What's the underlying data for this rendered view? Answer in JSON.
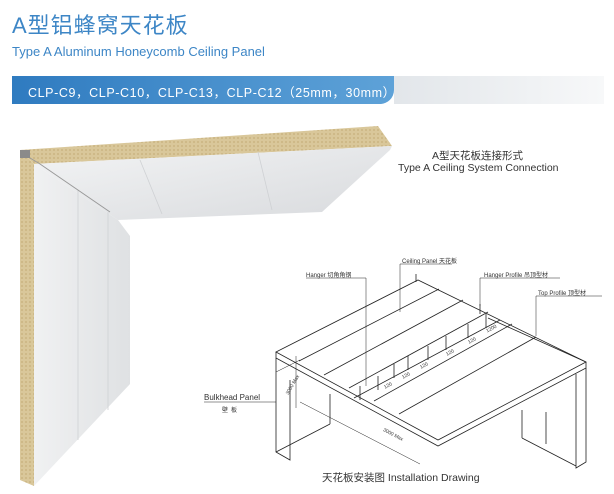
{
  "header": {
    "title_zh": "A型铝蜂窝天花板",
    "title_en": "Type A Aluminum Honeycomb Ceiling Panel",
    "models": "CLP-C9，CLP-C10，CLP-C13，CLP-C12（25mm，30mm）"
  },
  "connection": {
    "title_zh": "A型天花板连接形式",
    "title_en": "Type A Ceiling System Connection"
  },
  "drawing": {
    "ceiling_panel": "Ceiling Panel 天花板",
    "hanger": "Hanger 切角角钢",
    "hanger_profile": "Hanger Profile 吊顶型材",
    "top_profile": "Top Profile 顶型材",
    "bulkhead_en": "Bulkhead Panel",
    "bulkhead_zh": "壁板",
    "dim_a": "3000 Max",
    "dim_b": "3000 Max",
    "dims": [
      "120",
      "120",
      "120",
      "120",
      "120",
      "1200"
    ],
    "caption": "天花板安装图 Installation Drawing"
  },
  "colors": {
    "accent": "#3d86c6",
    "panel": "#e6e7e9",
    "honeycomb": "#d9c79a"
  }
}
